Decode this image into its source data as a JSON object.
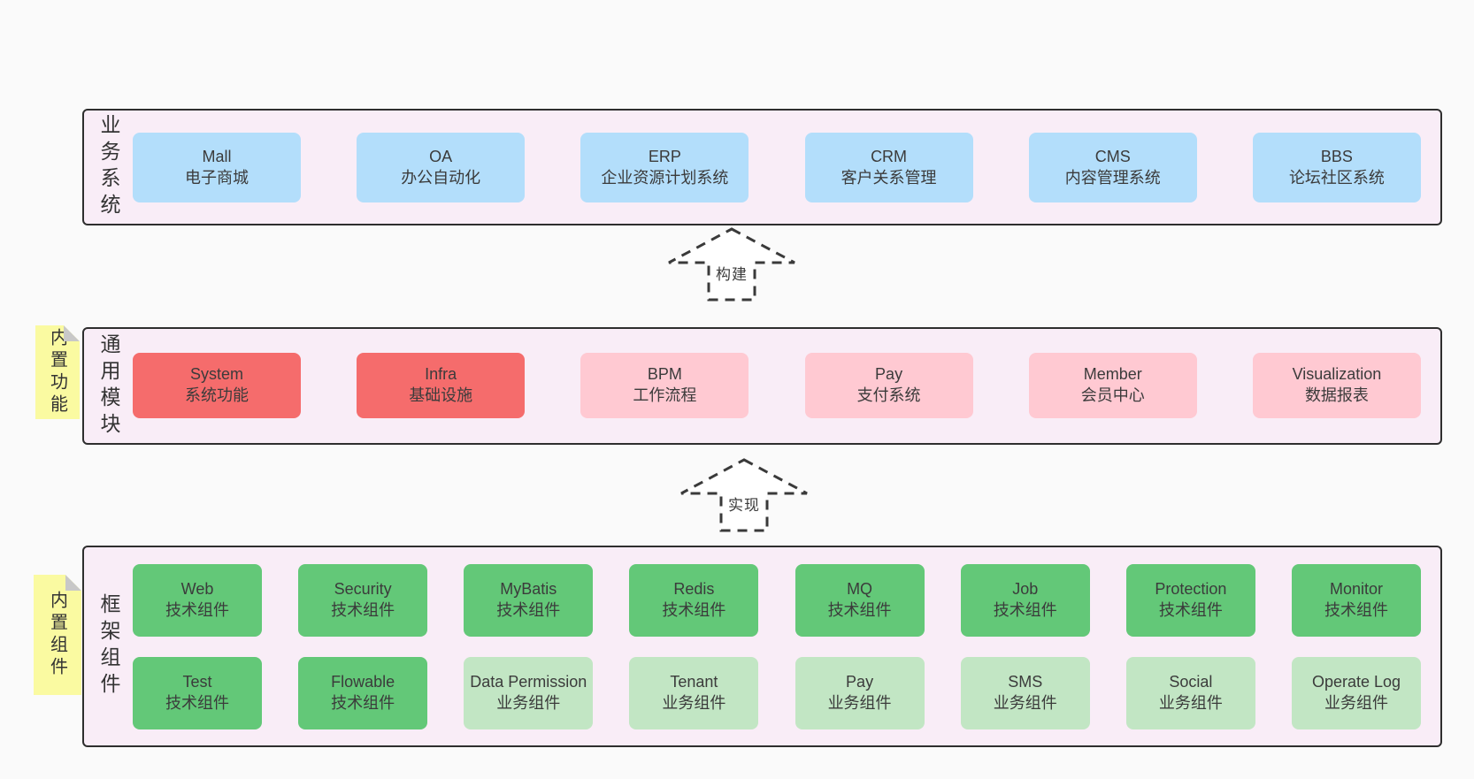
{
  "diagram": {
    "arrows": [
      {
        "label": "构建"
      },
      {
        "label": "实现"
      }
    ],
    "sections": [
      {
        "side_label": "业务系统",
        "boxes": [
          {
            "name": "Mall",
            "subtitle": "电子商城"
          },
          {
            "name": "OA",
            "subtitle": "办公自动化"
          },
          {
            "name": "ERP",
            "subtitle": "企业资源计划系统"
          },
          {
            "name": "CRM",
            "subtitle": "客户关系管理"
          },
          {
            "name": "CMS",
            "subtitle": "内容管理系统"
          },
          {
            "name": "BBS",
            "subtitle": "论坛社区系统"
          }
        ]
      },
      {
        "side_label": "通用模块",
        "sticky_label": "内置功能",
        "boxes": [
          {
            "name": "System",
            "subtitle": "系统功能"
          },
          {
            "name": "Infra",
            "subtitle": "基础设施"
          },
          {
            "name": "BPM",
            "subtitle": "工作流程"
          },
          {
            "name": "Pay",
            "subtitle": "支付系统"
          },
          {
            "name": "Member",
            "subtitle": "会员中心"
          },
          {
            "name": "Visualization",
            "subtitle": "数据报表"
          }
        ]
      },
      {
        "side_label": "框架组件",
        "sticky_label": "内置组件",
        "rows": [
          [
            {
              "name": "Web",
              "subtitle": "技术组件"
            },
            {
              "name": "Security",
              "subtitle": "技术组件"
            },
            {
              "name": "MyBatis",
              "subtitle": "技术组件"
            },
            {
              "name": "Redis",
              "subtitle": "技术组件"
            },
            {
              "name": "MQ",
              "subtitle": "技术组件"
            },
            {
              "name": "Job",
              "subtitle": "技术组件"
            },
            {
              "name": "Protection",
              "subtitle": "技术组件"
            },
            {
              "name": "Monitor",
              "subtitle": "技术组件"
            }
          ],
          [
            {
              "name": "Test",
              "subtitle": "技术组件"
            },
            {
              "name": "Flowable",
              "subtitle": "技术组件"
            },
            {
              "name": "Data Permission",
              "subtitle": "业务组件"
            },
            {
              "name": "Tenant",
              "subtitle": "业务组件"
            },
            {
              "name": "Pay",
              "subtitle": "业务组件"
            },
            {
              "name": "SMS",
              "subtitle": "业务组件"
            },
            {
              "name": "Social",
              "subtitle": "业务组件"
            },
            {
              "name": "Operate Log",
              "subtitle": "业务组件"
            }
          ]
        ]
      }
    ],
    "colors": {
      "business_system_box": "#b3defb",
      "core_module_box": "#f56c6c",
      "optional_module_box": "#ffc9d2",
      "tech_component_box": "#63c878",
      "biz_component_box": "#c2e6c4",
      "sticky_note": "#fafaa1",
      "container_background": "#f9edf7",
      "container_border": "#2e2e2e",
      "page_background": "#fafafa"
    }
  }
}
